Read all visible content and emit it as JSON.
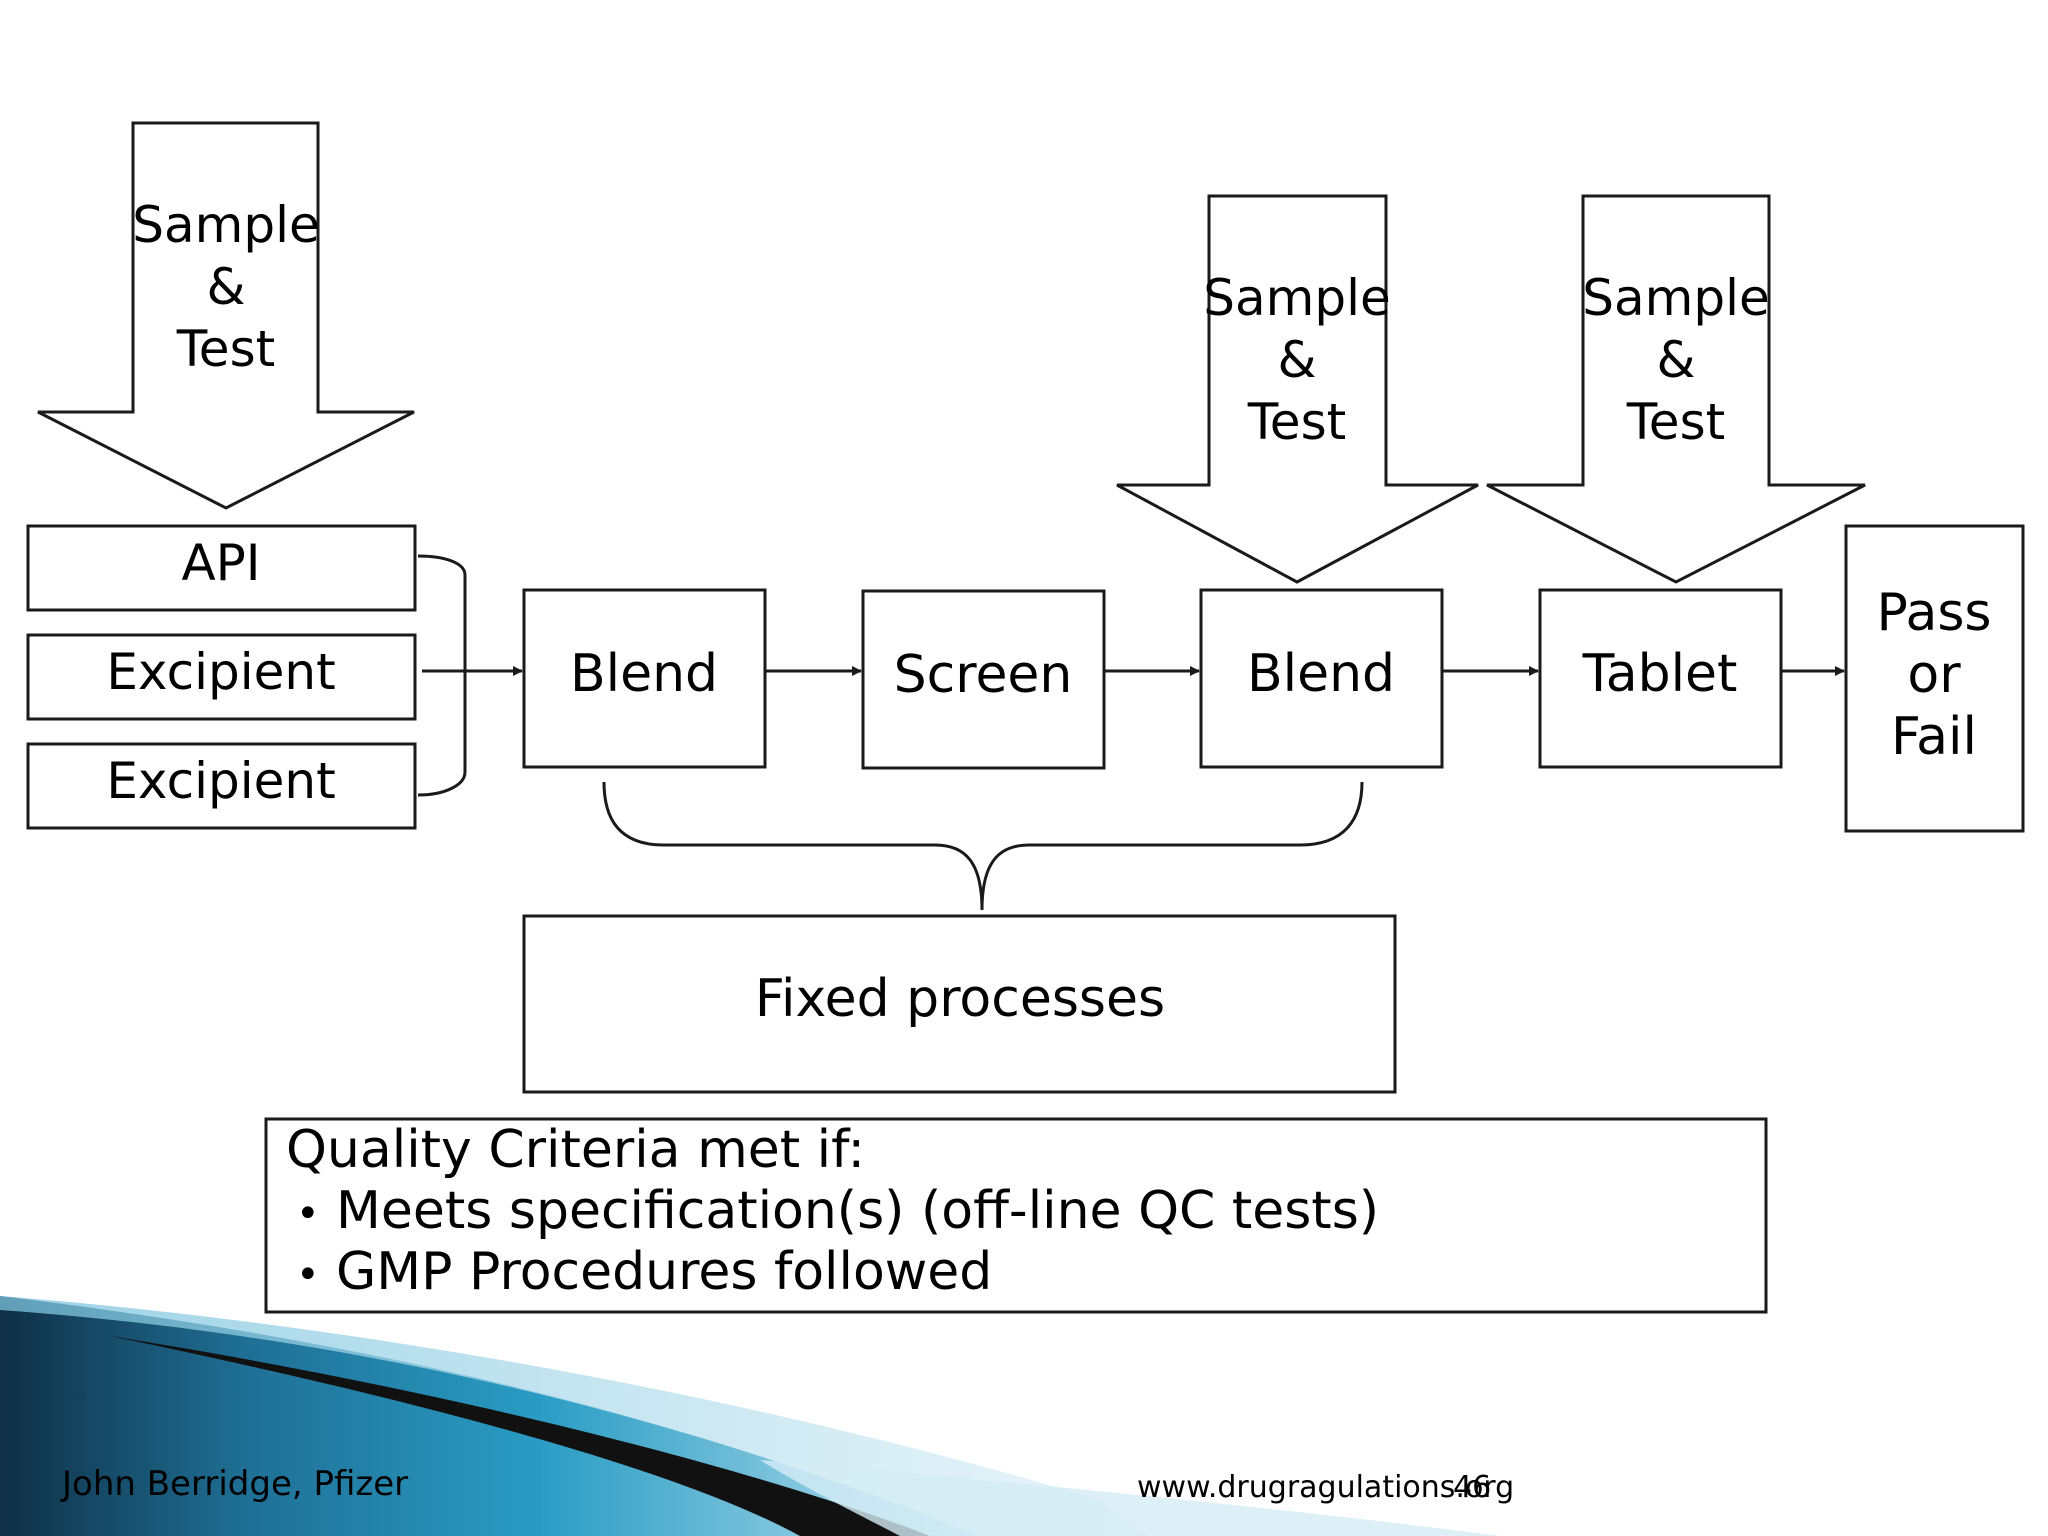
{
  "sample_test": {
    "line1": "Sample",
    "line2": "&",
    "line3": "Test"
  },
  "inputs": {
    "api": "API",
    "excipient_1": "Excipient",
    "excipient_2": "Excipient"
  },
  "process": {
    "blend_1": "Blend",
    "screen": "Screen",
    "blend_2": "Blend",
    "tablet": "Tablet",
    "result_line1": "Pass",
    "result_line2": "or",
    "result_line3": "Fail"
  },
  "fixed_processes": "Fixed processes",
  "quality": {
    "title": "Quality Criteria met if:",
    "bullets": [
      "Meets specification(s) (off-line QC tests)",
      "GMP Procedures followed"
    ]
  },
  "footer": {
    "author": "John Berridge, Pfizer",
    "website": "www.drugragulations.org",
    "page_number": "46"
  },
  "colors": {
    "stroke": "#1a1a1a",
    "swoosh_dark": "#0f2f45",
    "swoosh_blue": "#2a9cc4",
    "swoosh_light": "#bfe3f0",
    "swoosh_black": "#111111"
  }
}
